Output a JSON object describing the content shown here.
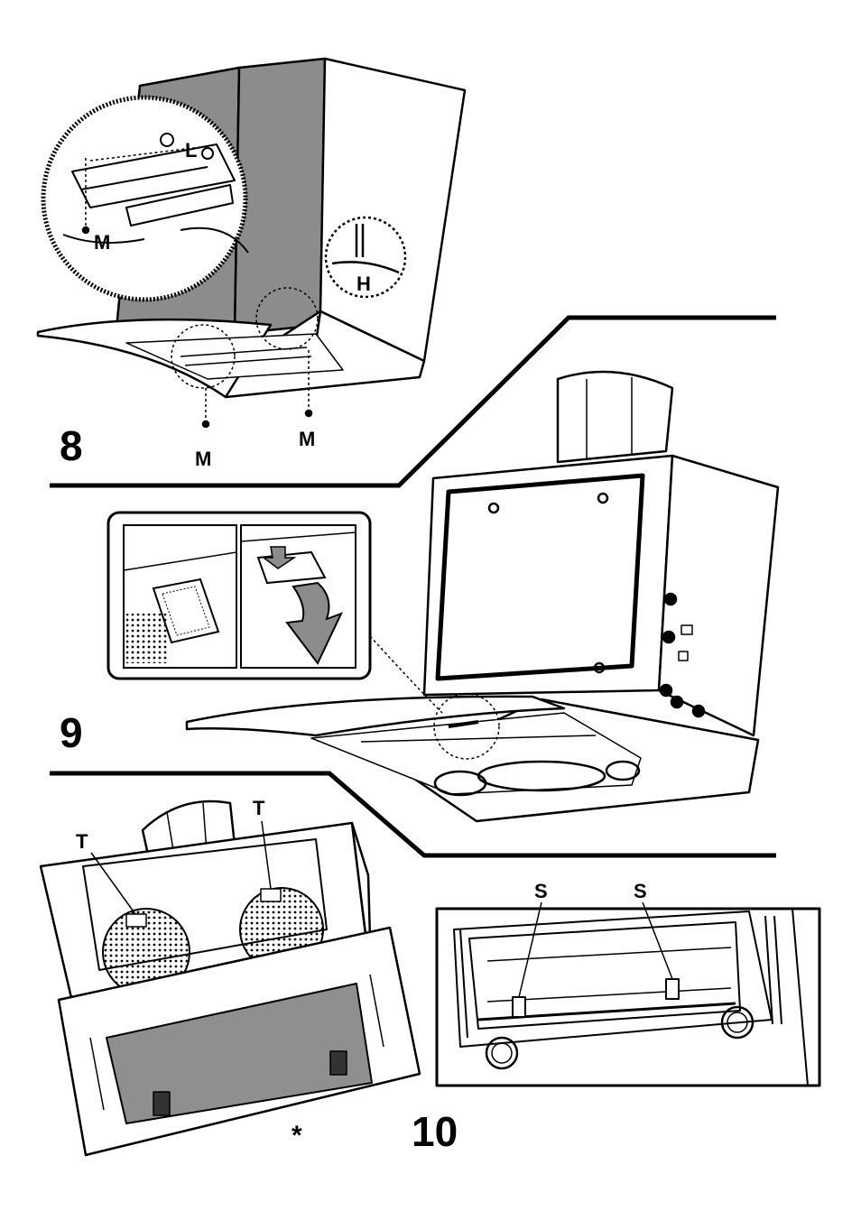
{
  "steps": {
    "step8": {
      "number": "8",
      "labels": {
        "m_left": "M",
        "l": "L",
        "h": "H",
        "m_bottom_left": "M",
        "m_bottom_right": "M"
      }
    },
    "step9": {
      "number": "9"
    },
    "step10": {
      "number": "10",
      "labels": {
        "t_left": "T",
        "t_right": "T",
        "s_left": "S",
        "s_right": "S",
        "asterisk": "*"
      }
    }
  },
  "colors": {
    "ink": "#000000",
    "paper": "#ffffff",
    "panel_gray": "#8c8c8c",
    "filter_gray": "#8f8f8f",
    "light_gray": "#d9d9d9"
  }
}
